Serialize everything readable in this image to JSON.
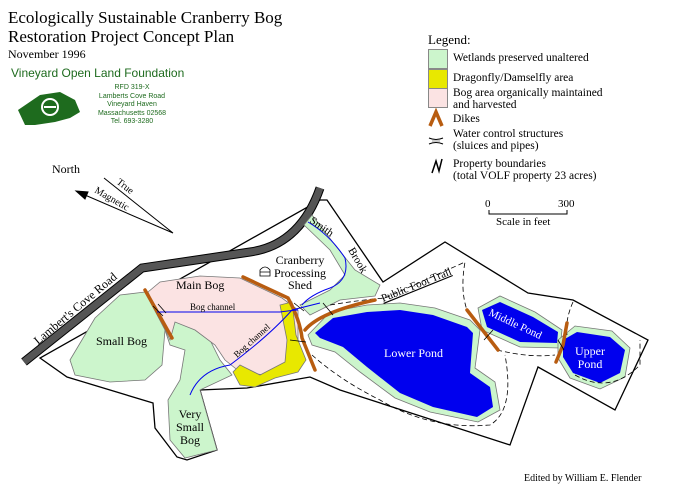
{
  "title": {
    "line1": "Ecologically Sustainable Cranberry Bog",
    "line2": "Restoration Project  Concept Plan",
    "date": "November 1996"
  },
  "org": {
    "name": "Vineyard Open Land Foundation",
    "address": [
      "RFD 319-X",
      "Lamberts Cove Road",
      "Vineyard Haven",
      "Massachusetts 02568",
      "Tel. 693-3280"
    ]
  },
  "legend": {
    "heading": "Legend:",
    "items": [
      {
        "label": "Wetlands preserved unaltered",
        "color": "#ccf5cc"
      },
      {
        "label": "Dragonfly/Damselfly area",
        "color": "#e8e800"
      },
      {
        "label": "Bog area organically maintained",
        "label2": "and harvested",
        "color": "#fbe3e3"
      },
      {
        "label": "Dikes",
        "color": "#b85c10"
      },
      {
        "label": "Water control structures",
        "label2": "(sluices and pipes)"
      },
      {
        "label": "Property  boundaries",
        "label2": "(total VOLF property 23 acres)"
      }
    ]
  },
  "scale": {
    "min": "0",
    "max": "300",
    "label": "Scale in feet"
  },
  "compass": {
    "north": "North",
    "true": "True",
    "magnetic": "Magnetic"
  },
  "map": {
    "road": "Lambert's Cove Road",
    "main_bog": "Main Bog",
    "small_bog": "Small Bog",
    "very_small_bog": [
      "Very",
      "Small",
      "Bog"
    ],
    "bog_channel": "Bog channel",
    "shed": [
      "Cranberry",
      "Processing",
      "Shed"
    ],
    "brook": [
      "Smith",
      "Brook"
    ],
    "trail": "Public Foot Trail",
    "lower_pond": "Lower Pond",
    "middle_pond": "Middle Pond",
    "upper_pond": [
      "Upper",
      "Pond"
    ]
  },
  "credit": "Edited by William E. Flender",
  "colors": {
    "water": "#0000ee",
    "wetland": "#ccf5cc",
    "dragonfly": "#e8e800",
    "bog": "#fbe3e3",
    "dike": "#b85c10",
    "road": "#555555"
  }
}
